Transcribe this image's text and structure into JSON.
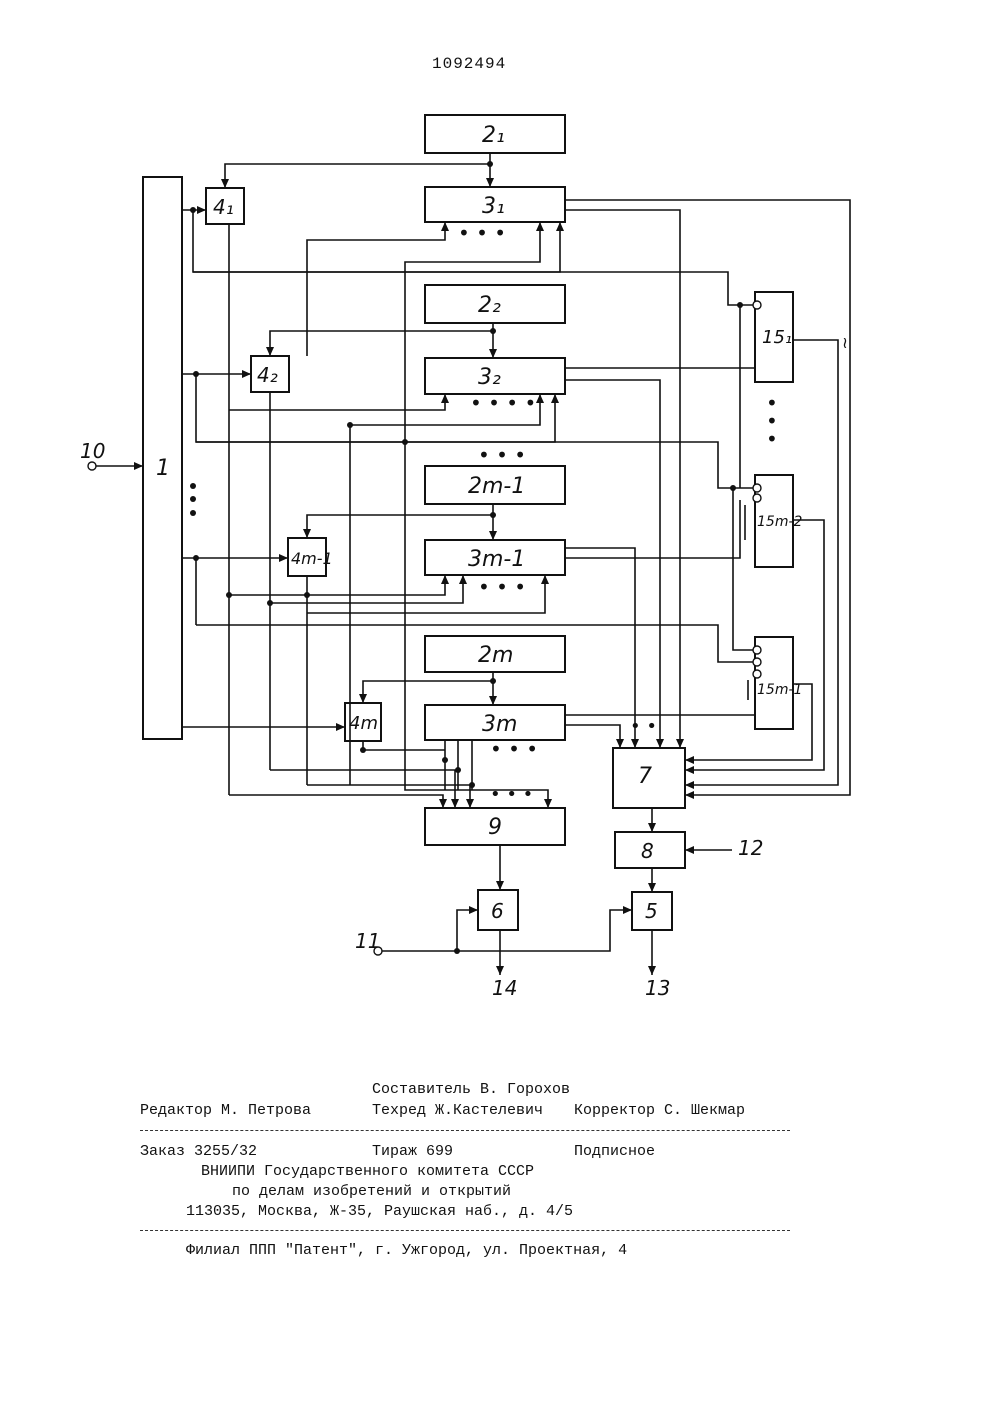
{
  "patent_number": "1092494",
  "diagram": {
    "block_1": "1",
    "block_2_1": "2₁",
    "block_3_1": "3₁",
    "block_4_1": "4₁",
    "block_2_2": "2₂",
    "block_3_2": "3₂",
    "block_4_2": "4₂",
    "block_2_m1": "2m-1",
    "block_3_m1": "3m-1",
    "block_4_m1": "4m-1",
    "block_2_m": "2m",
    "block_3_m": "3m",
    "block_4_m": "4m",
    "block_15_1": "15₁",
    "block_15_m2": "15m-2",
    "block_15_m1": "15m-1",
    "block_5": "5",
    "block_6": "6",
    "block_7": "7",
    "block_8": "8",
    "block_9": "9",
    "input_10": "10",
    "input_11": "11",
    "input_12": "12",
    "output_13": "13",
    "output_14": "14"
  },
  "imprint": {
    "compiler": "Составитель В. Горохов",
    "editor": "Редактор М. Петрова",
    "techred": "Техред Ж.Кастелевич",
    "corrector": "Корректор С. Шекмар",
    "order": "Заказ 3255/32",
    "circulation": "Тираж 699",
    "subscription": "Подписное",
    "org_line1": "ВНИИПИ Государственного комитета СССР",
    "org_line2": "по делам изобретений и открытий",
    "address": "113035, Москва, Ж-35, Раушская наб., д. 4/5",
    "branch": "Филиал ППП \"Патент\", г. Ужгород, ул. Проектная, 4"
  }
}
